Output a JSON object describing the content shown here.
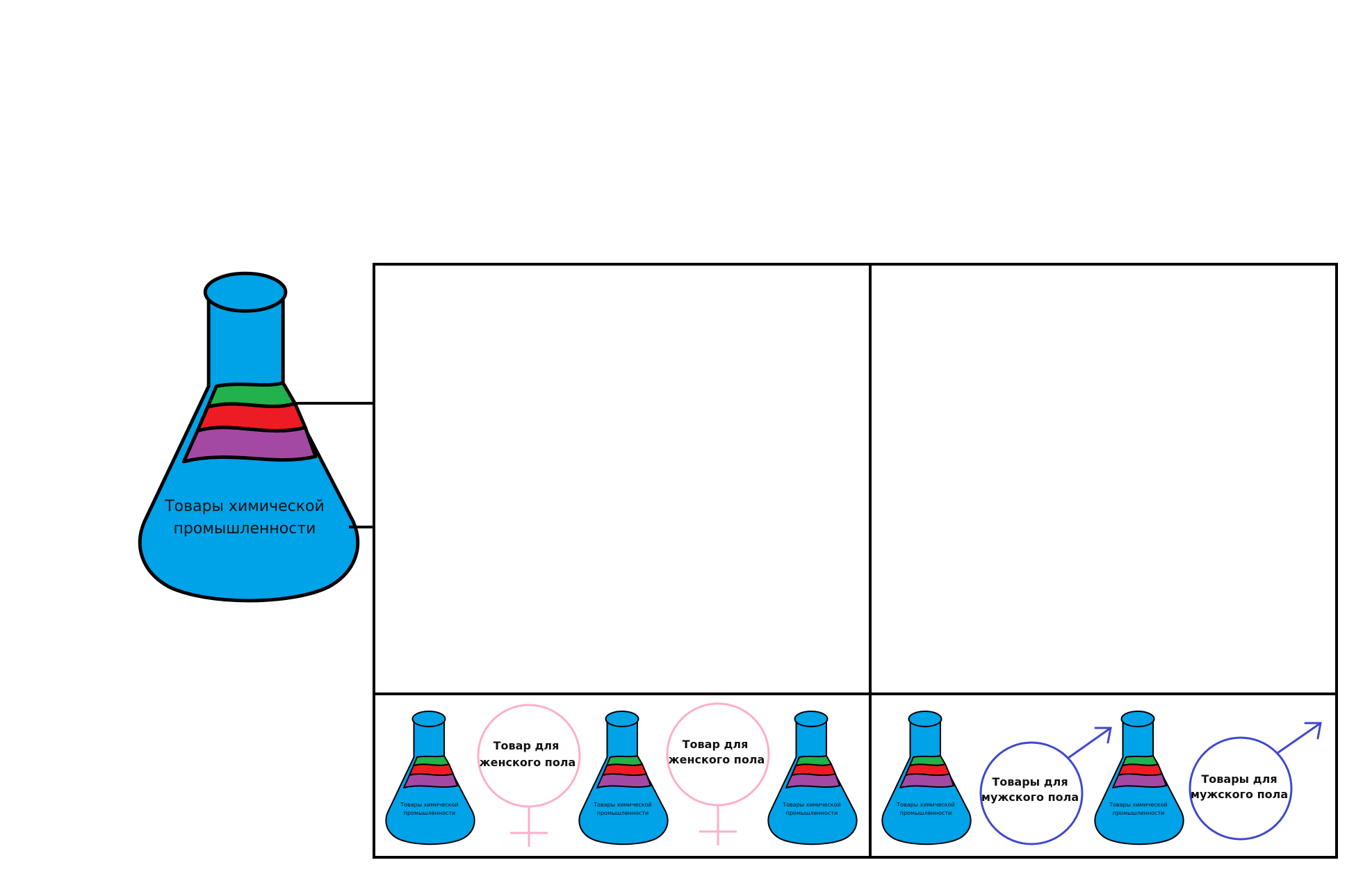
{
  "main_flask": {
    "label_line1": "Товары химической",
    "label_line2": "промышленности"
  },
  "small_flask_label_line1": "Товары химической",
  "small_flask_label_line2": "промышленности",
  "female_symbol": {
    "label_line1": "Товар для",
    "label_line2": "женского пола"
  },
  "male_symbol": {
    "label_line1": "Товары для",
    "label_line2": "мужского пола"
  },
  "colors": {
    "flask_blue": "#00a2e8",
    "layer_green": "#22b14c",
    "layer_red": "#ed1c24",
    "layer_purple": "#a349a4",
    "female_pink": "#ffaec9",
    "male_blue": "#3f48cc",
    "outline": "#000000"
  },
  "icons": [
    "erlenmeyer-flask-icon",
    "female-symbol-icon",
    "male-symbol-icon"
  ]
}
